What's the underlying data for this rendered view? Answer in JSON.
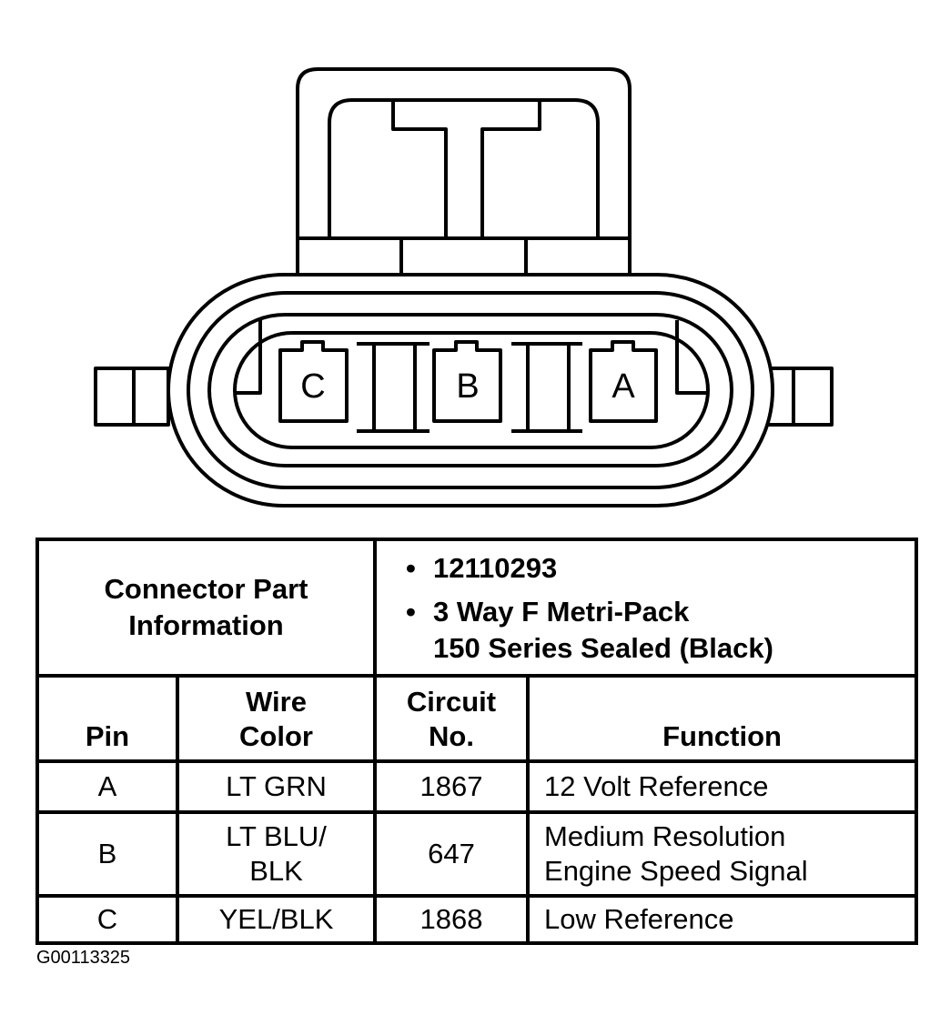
{
  "connector": {
    "pins": [
      "C",
      "B",
      "A"
    ]
  },
  "part_info": {
    "label_lines": [
      "Connector Part",
      "Information"
    ],
    "part_number": "12110293",
    "description_lines": [
      "3 Way F Metri-Pack",
      "150 Series Sealed (Black)"
    ]
  },
  "columns": {
    "pin": "Pin",
    "wire_color_lines": [
      "Wire",
      "Color"
    ],
    "circuit_lines": [
      "Circuit",
      "No."
    ],
    "function": "Function"
  },
  "rows": [
    {
      "pin": "A",
      "wire_lines": [
        "LT GRN"
      ],
      "circuit": "1867",
      "function_lines": [
        "12 Volt Reference"
      ]
    },
    {
      "pin": "B",
      "wire_lines": [
        "LT BLU/",
        "BLK"
      ],
      "circuit": "647",
      "function_lines": [
        "Medium Resolution",
        "Engine Speed Signal"
      ]
    },
    {
      "pin": "C",
      "wire_lines": [
        "YEL/BLK"
      ],
      "circuit": "1868",
      "function_lines": [
        "Low Reference"
      ]
    }
  ],
  "figure_id": "G00113325"
}
